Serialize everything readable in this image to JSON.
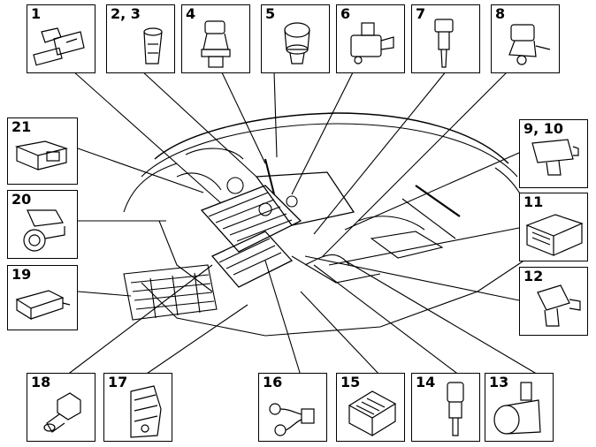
{
  "callouts": [
    {
      "id": "1",
      "label": "1"
    },
    {
      "id": "2-3",
      "label": "2, 3"
    },
    {
      "id": "4",
      "label": "4"
    },
    {
      "id": "5",
      "label": "5"
    },
    {
      "id": "6",
      "label": "6"
    },
    {
      "id": "7",
      "label": "7"
    },
    {
      "id": "8",
      "label": "8"
    },
    {
      "id": "9-10",
      "label": "9, 10"
    },
    {
      "id": "11",
      "label": "11"
    },
    {
      "id": "12",
      "label": "12"
    },
    {
      "id": "13",
      "label": "13"
    },
    {
      "id": "14",
      "label": "14"
    },
    {
      "id": "15",
      "label": "15"
    },
    {
      "id": "16",
      "label": "16"
    },
    {
      "id": "17",
      "label": "17"
    },
    {
      "id": "18",
      "label": "18"
    },
    {
      "id": "19",
      "label": "19"
    },
    {
      "id": "20",
      "label": "20"
    },
    {
      "id": "21",
      "label": "21"
    }
  ],
  "colors": {
    "line": "#000000",
    "background": "#ffffff"
  }
}
